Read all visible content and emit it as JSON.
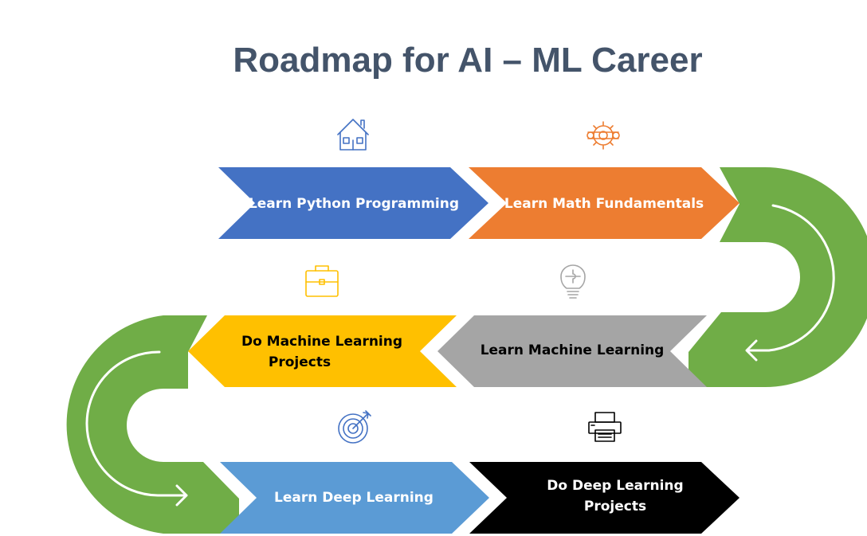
{
  "title": "Roadmap for AI – ML Career",
  "colors": {
    "title": "#44546A",
    "connector": "#70AD47",
    "blue": "#4472C4",
    "orange": "#ED7D31",
    "gold": "#FFC000",
    "gray": "#A5A5A5",
    "lightblue": "#5B9BD5",
    "black": "#000000"
  },
  "steps": [
    {
      "lines": [
        "Learn Python Programming"
      ],
      "color": "blue",
      "text_color": "#ffffff",
      "icon": "house-icon"
    },
    {
      "lines": [
        "Learn Math Fundamentals"
      ],
      "color": "orange",
      "text_color": "#ffffff",
      "icon": "gear-wrench-icon"
    },
    {
      "lines": [
        "Learn Machine Learning"
      ],
      "color": "gray",
      "text_color": "#000000",
      "icon": "lightbulb-puzzle-icon"
    },
    {
      "lines": [
        "Do Machine Learning",
        "Projects"
      ],
      "color": "gold",
      "text_color": "#000000",
      "icon": "briefcase-icon"
    },
    {
      "lines": [
        "Learn Deep Learning"
      ],
      "color": "lightblue",
      "text_color": "#ffffff",
      "icon": "target-icon"
    },
    {
      "lines": [
        "Do Deep Learning",
        "Projects"
      ],
      "color": "black",
      "text_color": "#ffffff",
      "icon": "printer-icon"
    }
  ]
}
